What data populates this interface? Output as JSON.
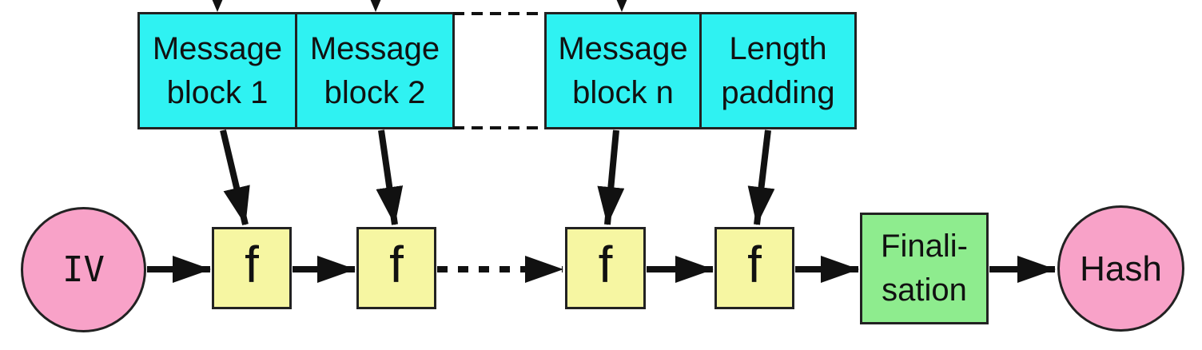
{
  "diagram": {
    "iv": {
      "label": "IV"
    },
    "message_blocks": [
      {
        "line1": "Message",
        "line2": "block 1"
      },
      {
        "line1": "Message",
        "line2": "block 2"
      },
      {
        "line1": "Message",
        "line2": "block n"
      },
      {
        "line1": "Length",
        "line2": "padding"
      }
    ],
    "compression_functions": [
      {
        "label": "f"
      },
      {
        "label": "f"
      },
      {
        "label": "f"
      },
      {
        "label": "f"
      }
    ],
    "finalisation": {
      "line1": "Finali-",
      "line2": "sation"
    },
    "hash": {
      "label": "Hash"
    },
    "colors": {
      "message_block_fill": "#2ff2f2",
      "compression_fill": "#f6f6a2",
      "finalisation_fill": "#8eec8e",
      "endpoint_fill": "#f8a2c8",
      "stroke": "#111111"
    }
  }
}
